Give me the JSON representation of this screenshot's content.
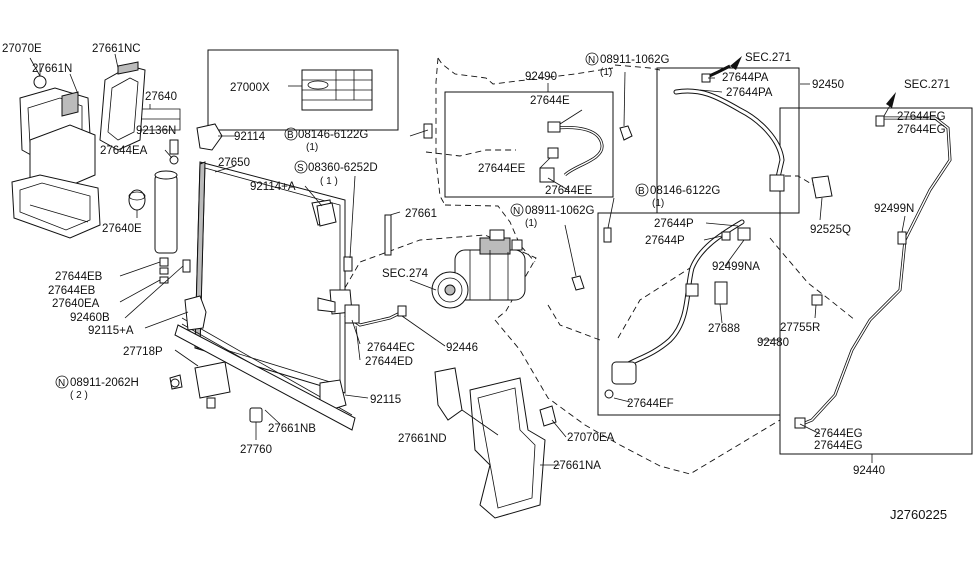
{
  "diagram_id": "J2760225",
  "labels": {
    "l27070E": "27070E",
    "l27661NC": "27661NC",
    "l27661N": "27661N",
    "l27640": "27640",
    "l92136N": "92136N",
    "l27644EA": "27644EA",
    "l27640E": "27640E",
    "l27644EB_1": "27644EB",
    "l27644EB_2": "27644EB",
    "l27640EA": "27640EA",
    "l92460B": "92460B",
    "l92115A": "92115+A",
    "l27718P": "27718P",
    "l08911_2062H": "08911-2062H",
    "l08911_2062H_qty": "( 2 )",
    "l27760": "27760",
    "l27661NB": "27661NB",
    "l92115": "92115",
    "l27000X": "27000X",
    "l92114": "92114",
    "l27650": "27650",
    "l92114A": "92114+A",
    "l08146_6122G_a": "08146-6122G",
    "l08146_6122G_a_qty": "(1)",
    "l08360_6252D": "08360-6252D",
    "l08360_6252D_qty": "( 1 )",
    "l27661": "27661",
    "lSEC274": "SEC.274",
    "l27644EC": "27644EC",
    "l27644ED": "27644ED",
    "l92446": "92446",
    "l27661ND": "27661ND",
    "l27070EA": "27070EA",
    "l27661NA": "27661NA",
    "l92490": "92490",
    "l27644E": "27644E",
    "l27644EE_1": "27644EE",
    "l27644EE_2": "27644EE",
    "l08911_1062G_a": "08911-1062G",
    "l08911_1062G_a_qty": "(1)",
    "lSEC271_a": "SEC.271",
    "l27644PA_1": "27644PA",
    "l27644PA_2": "27644PA",
    "l92450": "92450",
    "l08146_6122G_b": "08146-6122G",
    "l08146_6122G_b_qty": "(1)",
    "l08911_1062G_b": "08911-1062G",
    "l08911_1062G_b_qty": "(1)",
    "l27644P_1": "27644P",
    "l27644P_2": "27644P",
    "l92499NA": "92499NA",
    "l27688": "27688",
    "l92480": "92480",
    "l27644EF": "27644EF",
    "l92525Q": "92525Q",
    "lSEC271_b": "SEC.271",
    "l27644EG_1": "27644EG",
    "l27644EG_2": "27644EG",
    "l92499N": "92499N",
    "l27755R": "27755R",
    "l27644EG_3": "27644EG",
    "l27644EG_4": "27644EG",
    "l92440": "92440",
    "sym_N": "N",
    "sym_B": "B",
    "sym_S": "S"
  }
}
